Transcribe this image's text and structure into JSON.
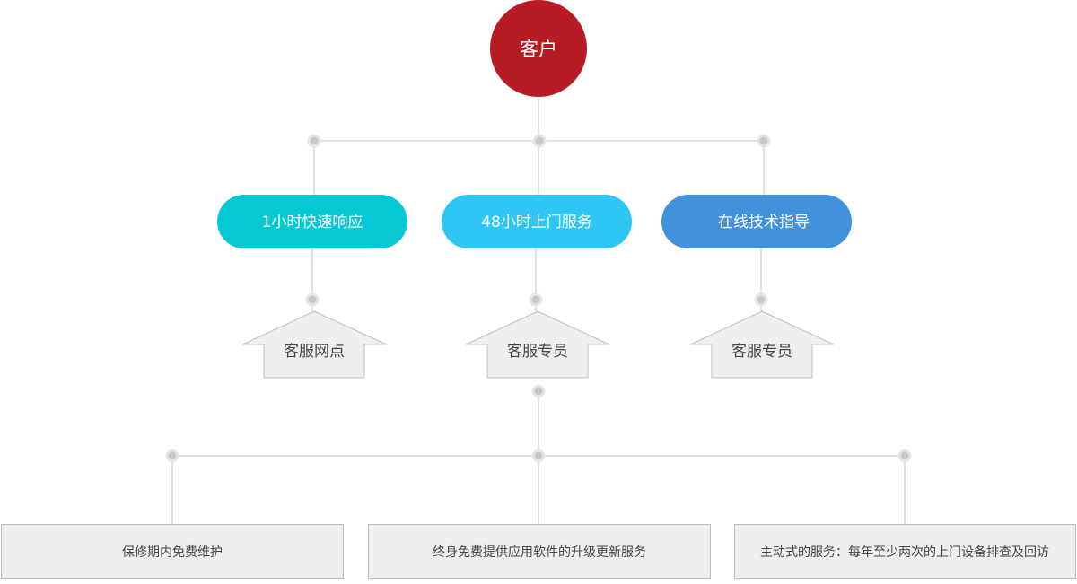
{
  "root": {
    "label": "客户",
    "color": "#b71c24"
  },
  "services": [
    {
      "label": "1小时快速响应",
      "color": "#05c8d4"
    },
    {
      "label": "48小时上门服务",
      "color": "#2ec6f5"
    },
    {
      "label": "在线技术指导",
      "color": "#4291db"
    }
  ],
  "channels": [
    {
      "label": "客服网点"
    },
    {
      "label": "客服专员"
    },
    {
      "label": "客服专员"
    }
  ],
  "benefits": [
    {
      "label": "保修期内免费维护"
    },
    {
      "label": "终身免费提供应用软件的升级更新服务"
    },
    {
      "label": "主动式的服务：每年至少两次的上门设备排查及回访"
    }
  ]
}
